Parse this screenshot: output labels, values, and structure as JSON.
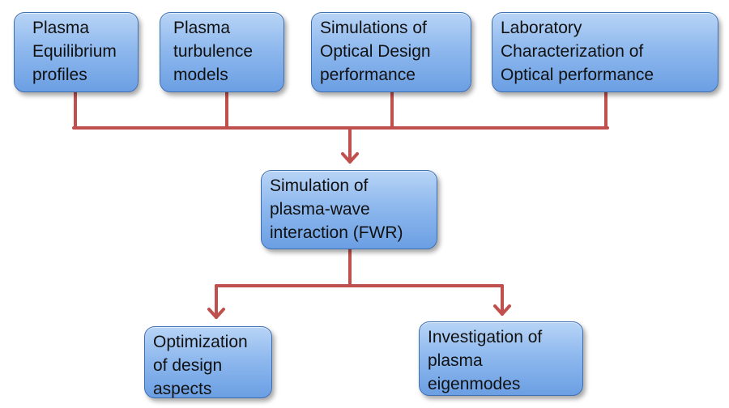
{
  "diagram": {
    "nodes": {
      "plasma_equilibrium": {
        "lines": [
          "Plasma",
          "Equilibrium",
          "profiles"
        ]
      },
      "plasma_turbulence": {
        "lines": [
          "Plasma",
          "turbulence",
          "models"
        ]
      },
      "optical_design_sim": {
        "lines": [
          "Simulations of",
          "Optical Design",
          "performance"
        ]
      },
      "lab_characterization": {
        "lines": [
          "Laboratory",
          "Characterization of",
          "Optical performance"
        ]
      },
      "fwr_simulation": {
        "lines": [
          "Simulation of",
          "plasma-wave",
          "interaction (FWR)"
        ]
      },
      "design_optimization": {
        "lines": [
          "Optimization",
          "of design",
          "aspects"
        ]
      },
      "eigenmodes_investigation": {
        "lines": [
          "Investigation of",
          "plasma",
          "eigenmodes"
        ]
      }
    },
    "edges": [
      {
        "from": "plasma_equilibrium",
        "to": "fwr_simulation"
      },
      {
        "from": "plasma_turbulence",
        "to": "fwr_simulation"
      },
      {
        "from": "optical_design_sim",
        "to": "fwr_simulation"
      },
      {
        "from": "lab_characterization",
        "to": "fwr_simulation"
      },
      {
        "from": "fwr_simulation",
        "to": "design_optimization"
      },
      {
        "from": "fwr_simulation",
        "to": "eigenmodes_investigation"
      }
    ],
    "colors": {
      "connector": "#c0504d",
      "box_fill_top": "#b8d4f6",
      "box_fill_bottom": "#6b9fe3",
      "box_border": "#3d6fb3"
    }
  }
}
